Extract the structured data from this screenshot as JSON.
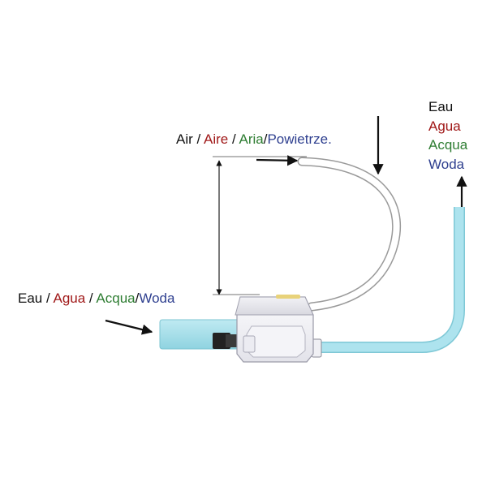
{
  "colors": {
    "black": "#111111",
    "red": "#a01818",
    "green": "#2e7d32",
    "blue": "#2e3f8f",
    "water_tube": "#a9e2ec",
    "air_tube": "#ffffff"
  },
  "air_label": {
    "parts": [
      "Air",
      " / ",
      "Aire",
      " / ",
      "Aria",
      "/",
      "Powietrze."
    ]
  },
  "inlet_label": {
    "parts": [
      "Eau",
      " / ",
      "Agua",
      " / ",
      "Acqua",
      "/",
      "Woda"
    ]
  },
  "outlet_label": {
    "lines": [
      "Eau",
      "Agua",
      "Acqua",
      "Woda"
    ]
  }
}
